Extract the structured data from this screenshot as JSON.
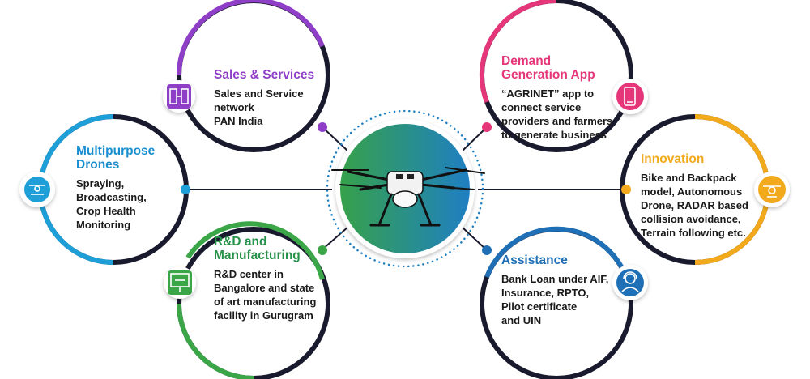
{
  "cards": {
    "sales": {
      "title": "Sales & Services",
      "body": "Sales and Service\nnetwork\nPAN India",
      "icon": "building-network-icon",
      "color": "#8f3fc7"
    },
    "multipurpose": {
      "title": "Multipurpose\nDrones",
      "body": "Spraying,\nBroadcasting,\nCrop Health\nMonitoring",
      "icon": "drone-group-icon",
      "color": "#1a8fd0"
    },
    "rnd": {
      "title": "R&D and\nManufacturing",
      "body": "R&D center in\nBangalore and state\nof art manufacturing\nfacility in Gurugram",
      "icon": "blueprint-drone-icon",
      "color": "#27924a"
    },
    "demand": {
      "title": "Demand\nGeneration App",
      "body": "“AGRINET” app to\nconnect service\nproviders and farmers\nto generate business",
      "icon": "mobile-app-icon",
      "color": "#e6367a"
    },
    "innovation": {
      "title": "Innovation",
      "body": "Bike and Backpack\nmodel, Autonomous\nDrone, RADAR based\ncollision avoidance,\nTerrain following etc.",
      "icon": "drone-icon",
      "color": "#f2aa1c"
    },
    "assistance": {
      "title": "Assistance",
      "body": "Bank Loan under AIF,\nInsurance, RPTO,\nPilot certificate\nand UIN",
      "icon": "support-agent-icon",
      "color": "#1e6fb6"
    }
  },
  "center": {
    "icon": "agri-drone-image",
    "gradient": [
      "#2f9b4b",
      "#1e7fc2"
    ]
  }
}
